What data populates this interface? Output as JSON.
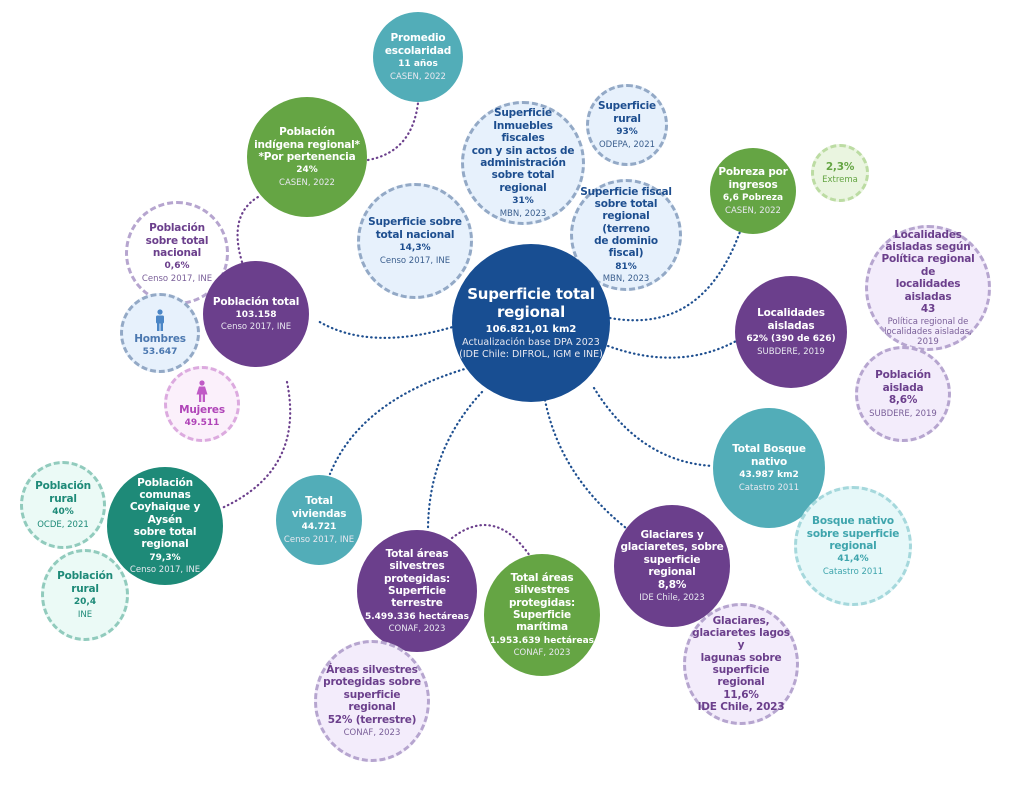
{
  "nodes": {
    "escolaridad": {
      "title": "Promedio\nescolaridad",
      "value": "11 años",
      "source": "CASEN, 2022"
    },
    "indigena": {
      "title": "Población\nindígena regional*\n*Por pertenencia",
      "value": "24%",
      "source": "CASEN, 2022"
    },
    "inmuebles": {
      "title": "Superficie\nInmuebles fiscales\ncon y sin actos de\nadministración\nsobre total regional",
      "value": "31%",
      "source": "MBN, 2023"
    },
    "rural_sup": {
      "title": "Superficie\nrural",
      "value": "93%",
      "source": "ODEPA, 2021"
    },
    "fiscal": {
      "title": "Superficie fiscal\nsobre total\nregional (terreno\nde dominio fiscal)",
      "value": "81%",
      "source": "MBN, 2023"
    },
    "sup_nacional": {
      "title": "Superficie sobre\ntotal nacional",
      "value": "14,3%",
      "source": "Censo 2017, INE"
    },
    "pob_nacional": {
      "title": "Población\nsobre total\nnacional",
      "value": "0,6%",
      "source": "Censo 2017, INE"
    },
    "pob_total": {
      "title": "Población total",
      "value": "103.158",
      "source": "Censo 2017, INE"
    },
    "hombres": {
      "title": "Hombres",
      "value": "53.647"
    },
    "mujeres": {
      "title": "Mujeres",
      "value": "49.511"
    },
    "central": {
      "title": "Superficie total\nregional",
      "value": "106.821,01 km2",
      "source": "Actualización base DPA 2023\n(IDE Chile: DIFROL, IGM e INE)"
    },
    "pobreza": {
      "title": "Pobreza por\ningresos",
      "value": "6,6 Pobreza",
      "source": "CASEN, 2022"
    },
    "extrema": {
      "value": "2,3%",
      "source": "Extrema"
    },
    "loc_politica": {
      "title": "Localidades\naisladas según\nPolítica regional de\nlocalidades aisladas",
      "value": "43",
      "source": "Política regional de\nlocalidades aisladas,\n2019"
    },
    "localidades": {
      "title": "Localidades\naisladas",
      "value": "62% (390 de 626)",
      "source": "SUBDERE, 2019"
    },
    "pob_aislada": {
      "title": "Población\naislada",
      "value": "8,6%",
      "source": "SUBDERE, 2019"
    },
    "bosque": {
      "title": "Total Bosque nativo",
      "value": "43.987 km2",
      "source": "Catastro 2011"
    },
    "bosque_sup": {
      "title": "Bosque nativo\nsobre superficie\nregional",
      "value": "41,4%",
      "source": "Catastro 2011"
    },
    "glaciares": {
      "title": "Glaciares y\nglaciaretes, sobre\nsuperficie regional",
      "value": "8,8%",
      "source": "IDE Chile, 2023"
    },
    "glaciares_lagos": {
      "title": "Glaciares,\nglaciaretes lagos y\nlagunas sobre\nsuperficie regional",
      "value": "11,6%",
      "source": "IDE Chile, 2023"
    },
    "viviendas": {
      "title": "Total\nviviendas",
      "value": "44.721",
      "source": "Censo 2017, INE"
    },
    "terrestre": {
      "title": "Total áreas\nsilvestres\nprotegidas:\nSuperficie terrestre",
      "value": "5.499.336 hectáreas",
      "source": "CONAF, 2023"
    },
    "maritima": {
      "title": "Total áreas\nsilvestres\nprotegidas:\nSuperficie marítima",
      "value": "1.953.639 hectáreas",
      "source": "CONAF, 2023"
    },
    "areas_sup": {
      "title": "Áreas silvestres\nprotegidas sobre\nsuperficie regional",
      "value": "52% (terrestre)",
      "source": "CONAF, 2023"
    },
    "comunas": {
      "title": "Población\ncomunas\nCoyhaique y Aysén\nsobre total\nregional",
      "value": "79,3%",
      "source": "Censo 2017, INE"
    },
    "rural40": {
      "title": "Población\nrural",
      "value": "40%",
      "source": "OCDE, 2021"
    },
    "rural20": {
      "title": "Población\nrural",
      "value": "20,4",
      "source": "INE"
    }
  },
  "colors": {
    "navy": "#184e92",
    "purple": "#6b3f8c",
    "green": "#65a544",
    "teal": "#52adb8",
    "dark_teal": "#1e8a78"
  },
  "icons": [
    "man-icon",
    "woman-icon"
  ]
}
